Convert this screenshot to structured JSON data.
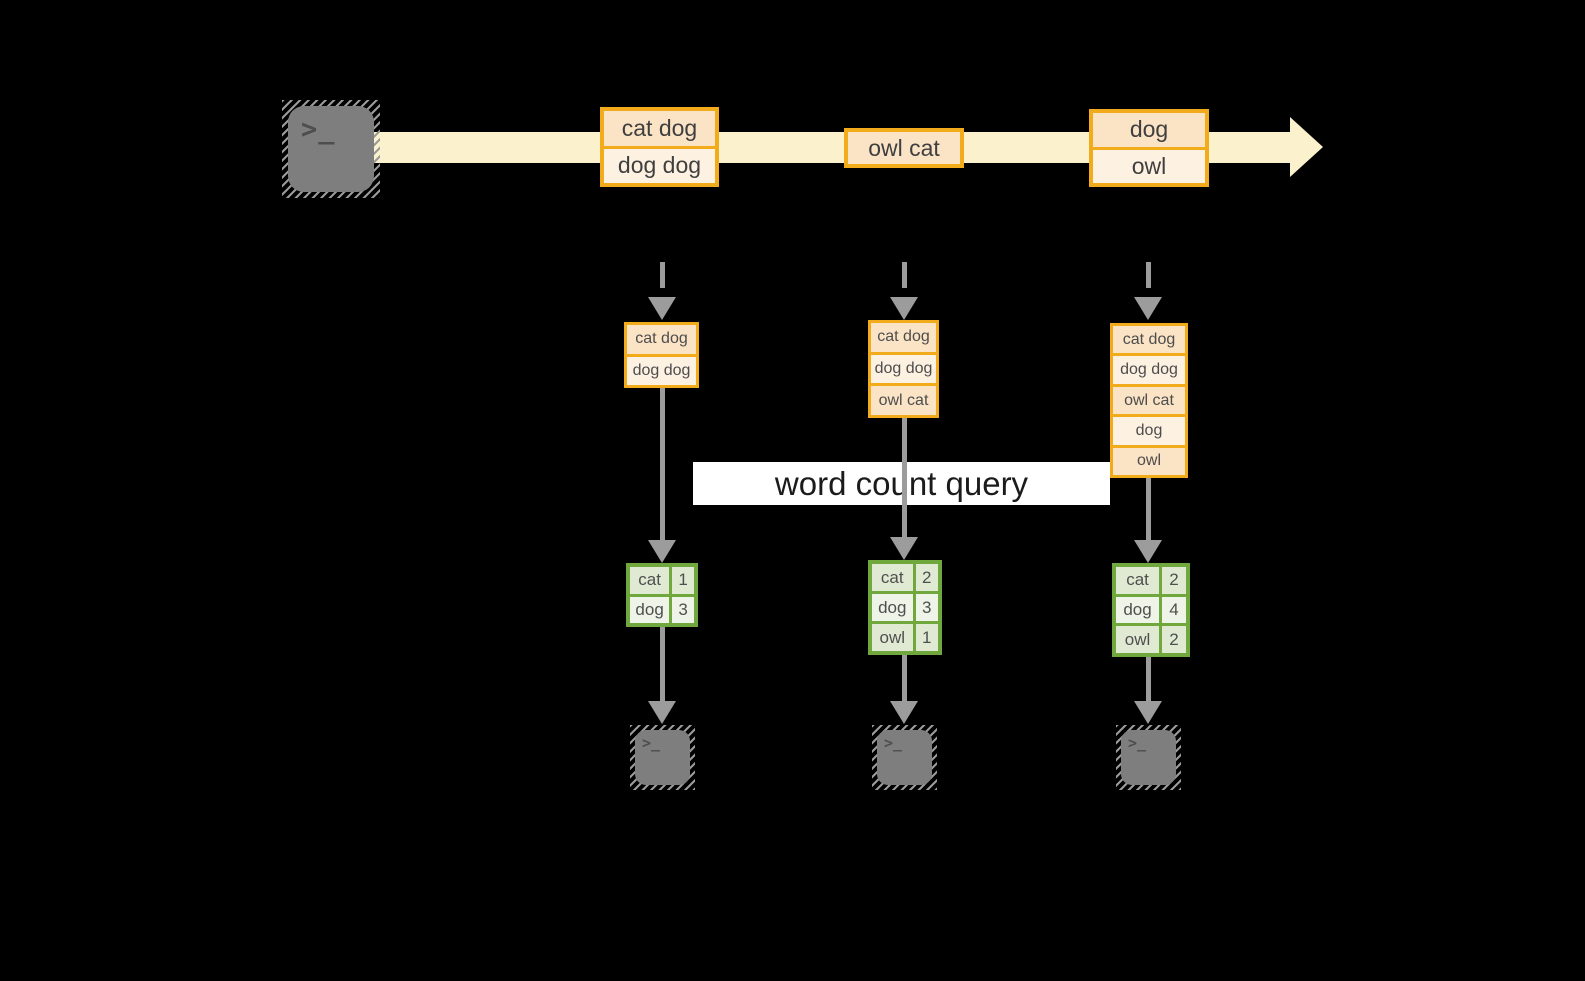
{
  "source_terminal": {
    "icon": "terminal-icon",
    "prompt": ">_"
  },
  "stream": {
    "events": [
      {
        "rows": [
          "cat dog",
          "dog dog"
        ]
      },
      {
        "rows": [
          "owl cat"
        ]
      },
      {
        "rows": [
          "dog",
          "owl"
        ]
      }
    ]
  },
  "input_tables": [
    {
      "rows": [
        "cat dog",
        "dog dog"
      ]
    },
    {
      "rows": [
        "cat dog",
        "dog dog",
        "owl cat"
      ]
    },
    {
      "rows": [
        "cat dog",
        "dog dog",
        "owl cat",
        "dog",
        "owl"
      ]
    }
  ],
  "query": {
    "label": "word count query"
  },
  "result_tables": [
    {
      "rows": [
        {
          "word": "cat",
          "count": "1"
        },
        {
          "word": "dog",
          "count": "3"
        }
      ]
    },
    {
      "rows": [
        {
          "word": "cat",
          "count": "2"
        },
        {
          "word": "dog",
          "count": "3"
        },
        {
          "word": "owl",
          "count": "1"
        }
      ]
    },
    {
      "rows": [
        {
          "word": "cat",
          "count": "2"
        },
        {
          "word": "dog",
          "count": "4"
        },
        {
          "word": "owl",
          "count": "2"
        }
      ]
    }
  ],
  "output_terminals": [
    {
      "icon": "terminal-icon",
      "prompt": ">_"
    },
    {
      "icon": "terminal-icon",
      "prompt": ">_"
    },
    {
      "icon": "terminal-icon",
      "prompt": ">_"
    }
  ],
  "colors": {
    "background": "#000000",
    "stream_fill": "#fcf1cd",
    "orange_border": "#f2ab1a",
    "cell_dark": "#fbe3c5",
    "cell_light": "#fdf1e1",
    "green_border": "#70a83e",
    "green_cell_dark": "#e0ead3",
    "green_cell_light": "#eef4e7",
    "arrow_gray": "#9c9c9c",
    "terminal_gray": "#7e7e7e",
    "query_band": "#ffffff"
  }
}
